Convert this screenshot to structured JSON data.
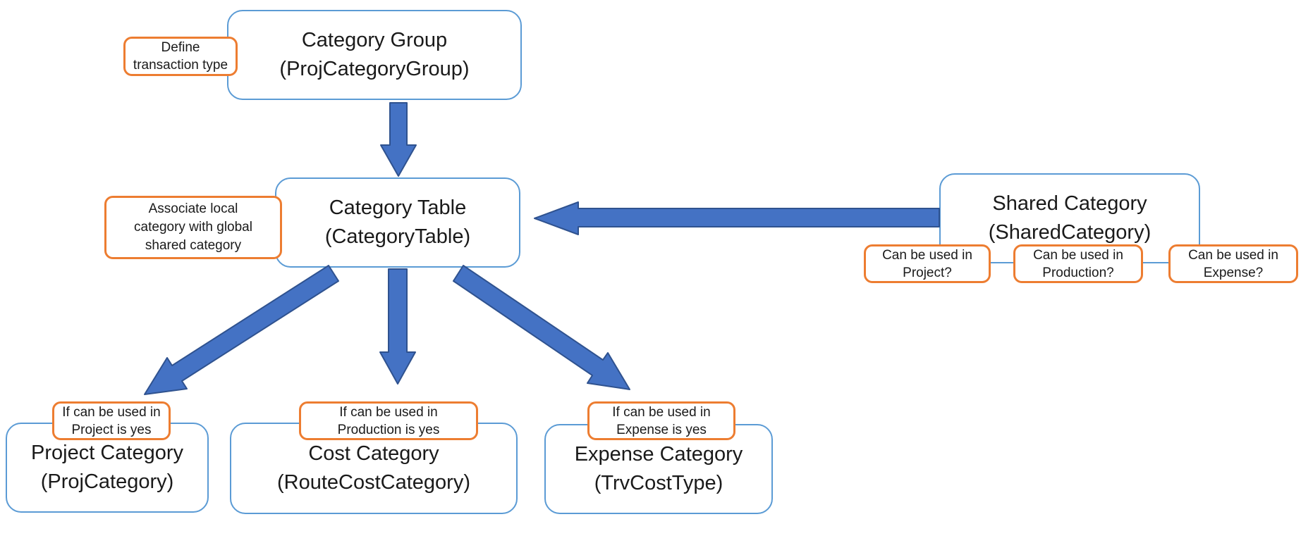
{
  "diagram": {
    "colors": {
      "node_border": "#5B9BD5",
      "callout_border": "#ED7D31",
      "arrow_fill": "#4472C4",
      "arrow_stroke": "#2F528F",
      "text_color": "#1a1a1a",
      "background": "#FFFFFF"
    },
    "nodes": {
      "category_group": {
        "line1": "Category Group",
        "line2": "(ProjCategoryGroup)"
      },
      "category_table": {
        "line1": "Category Table",
        "line2": "(CategoryTable)"
      },
      "shared_category": {
        "line1": "Shared Category",
        "line2": "(SharedCategory)"
      },
      "project_category": {
        "line1": "Project Category",
        "line2": "(ProjCategory)"
      },
      "cost_category": {
        "line1": "Cost Category",
        "line2": "(RouteCostCategory)"
      },
      "expense_category": {
        "line1": "Expense Category",
        "line2": "(TrvCostType)"
      }
    },
    "callouts": {
      "define_transaction": {
        "attached_to": "Category Group",
        "line1": "Define",
        "line2": "transaction type"
      },
      "associate_local": {
        "attached_to": "Category Table",
        "line1": "Associate local",
        "line2": "category with global",
        "line3": "shared category"
      },
      "can_project": {
        "attached_to": "Shared Category",
        "line1": "Can be used in",
        "line2": "Project?"
      },
      "can_production": {
        "attached_to": "Shared Category",
        "line1": "Can be used in",
        "line2": "Production?"
      },
      "can_expense": {
        "attached_to": "Shared Category",
        "line1": "Can be used in",
        "line2": "Expense?"
      },
      "if_project": {
        "attached_to": "Project Category",
        "line1": "If can be used in",
        "line2": "Project is yes"
      },
      "if_production": {
        "attached_to": "Cost Category",
        "line1": "If can be used in",
        "line2": "Production is yes"
      },
      "if_expense": {
        "attached_to": "Expense Category",
        "line1": "If can be used in",
        "line2": "Expense is yes"
      }
    },
    "edges": [
      {
        "from": "Category Group (ProjCategoryGroup)",
        "to": "Category Table (CategoryTable)"
      },
      {
        "from": "Shared Category (SharedCategory)",
        "to": "Category Table (CategoryTable)"
      },
      {
        "from": "Category Table (CategoryTable)",
        "to": "Project Category (ProjCategory)"
      },
      {
        "from": "Category Table (CategoryTable)",
        "to": "Cost Category (RouteCostCategory)"
      },
      {
        "from": "Category Table (CategoryTable)",
        "to": "Expense Category (TrvCostType)"
      }
    ]
  }
}
